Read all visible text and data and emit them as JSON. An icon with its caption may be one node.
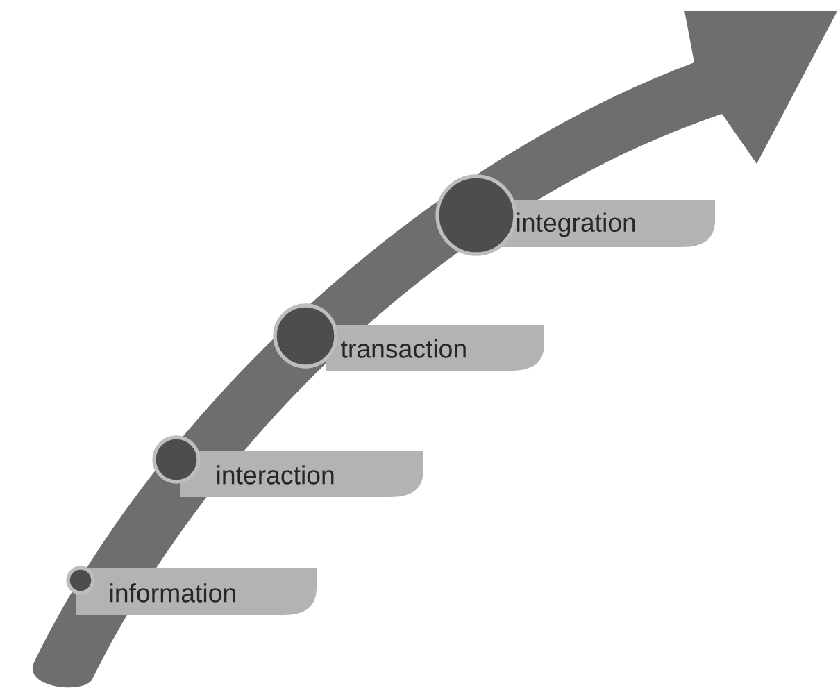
{
  "diagram": {
    "nodes": [
      {
        "text": [
          "information"
        ]
      },
      {
        "text": [
          "interaction"
        ]
      },
      {
        "text": [
          "transaction"
        ]
      },
      {
        "text": [
          "integration"
        ]
      }
    ]
  }
}
